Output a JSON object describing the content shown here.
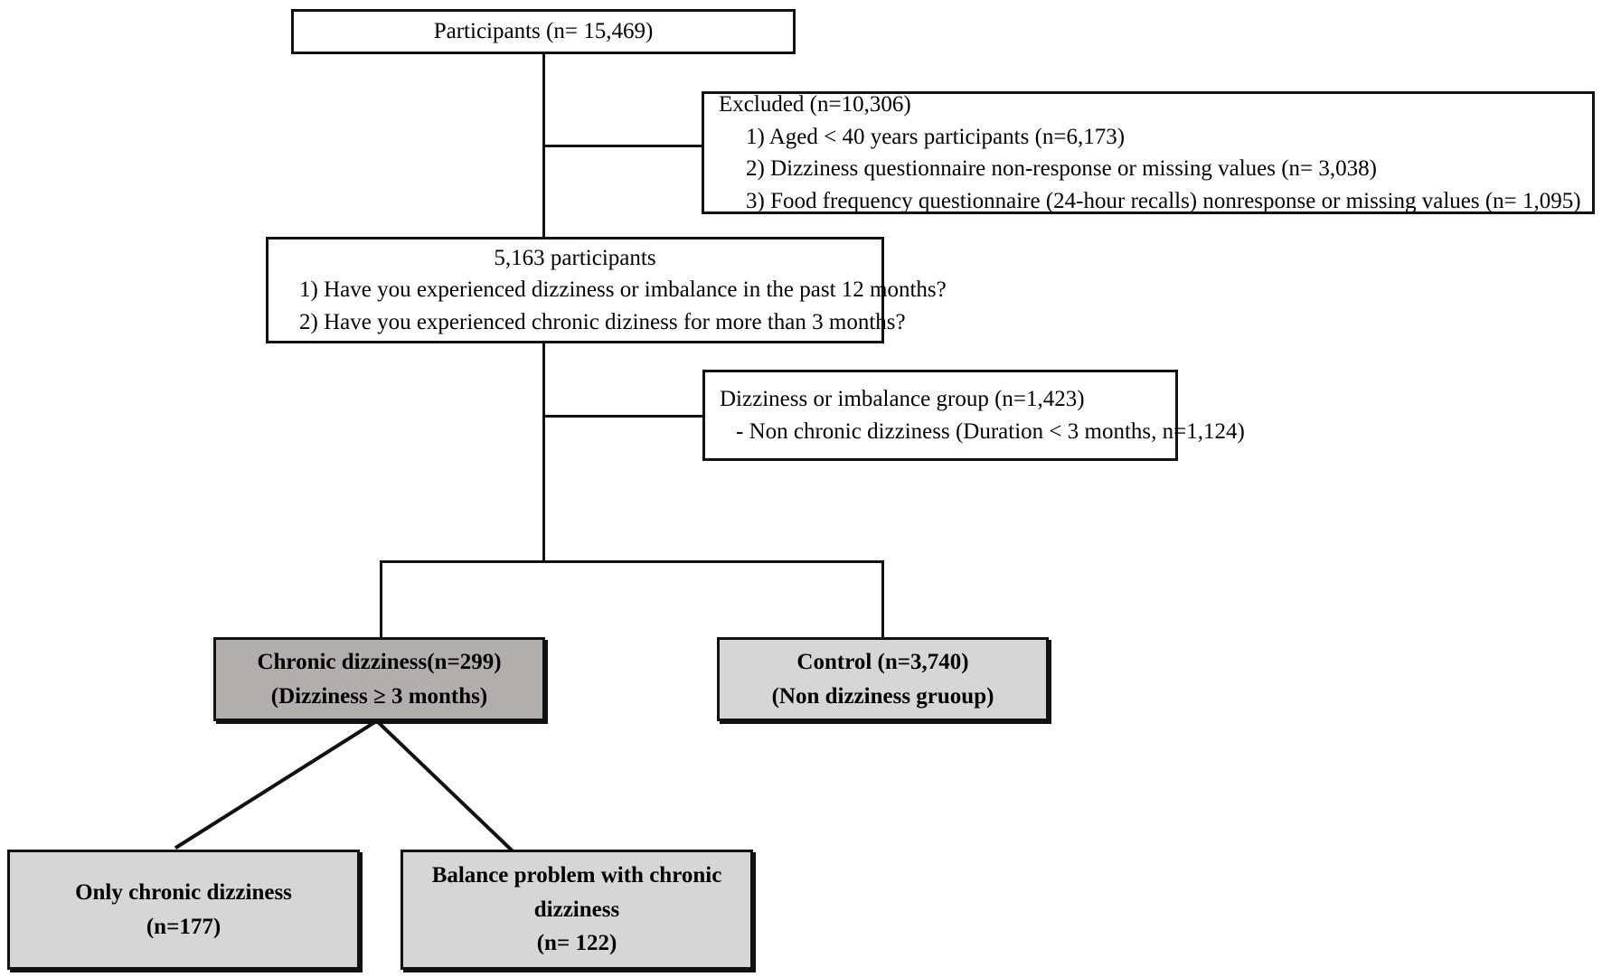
{
  "figure": {
    "type": "flowchart",
    "title": "Study participant selection flow diagram",
    "colors": {
      "stroke": "#111111",
      "box_fill_default": "#ffffff",
      "chronic_fill": "#b2aeab",
      "control_fill": "#d6d6d6",
      "subgroup_fill": "#d6d6d6"
    }
  },
  "nodes": {
    "participants": {
      "label": "Participants (n= 15,469)",
      "n": 15469
    },
    "excluded": {
      "heading": "Excluded (n=10,306)",
      "n": 10306,
      "reasons": [
        "1) Aged < 40 years participants (n=6,173)",
        "2) Dizziness questionnaire non-response or missing values (n= 3,038)",
        "3) Food frequency questionnaire (24-hour recalls) nonresponse or missing values (n= 1,095)"
      ]
    },
    "eligible": {
      "heading": "5,163   participants",
      "n": 5163,
      "questions": [
        "1) Have you experienced dizziness or imbalance in the past 12 months?",
        "2) Have you experienced  chronic diziness  for more than 3 months?"
      ]
    },
    "dizziness_group": {
      "heading": "Dizziness or imbalance group (n=1,423)",
      "n": 1423,
      "detail": "- Non chronic dizziness (Duration < 3 months, n=1,124)",
      "non_chronic_n": 1124
    },
    "chronic": {
      "line1": "Chronic dizziness(n=299)",
      "line2": "(Dizziness ≥ 3 months)",
      "n": 299
    },
    "control": {
      "line1": "Control (n=3,740)",
      "line2": "(Non dizziness gruoup)",
      "n": 3740
    },
    "only_chronic": {
      "line1": "Only chronic dizziness",
      "line2": "(n=177)",
      "n": 177
    },
    "balance_chronic": {
      "line1": "Balance problem with chronic dizziness",
      "line2": "(n= 122)",
      "n": 122
    }
  }
}
